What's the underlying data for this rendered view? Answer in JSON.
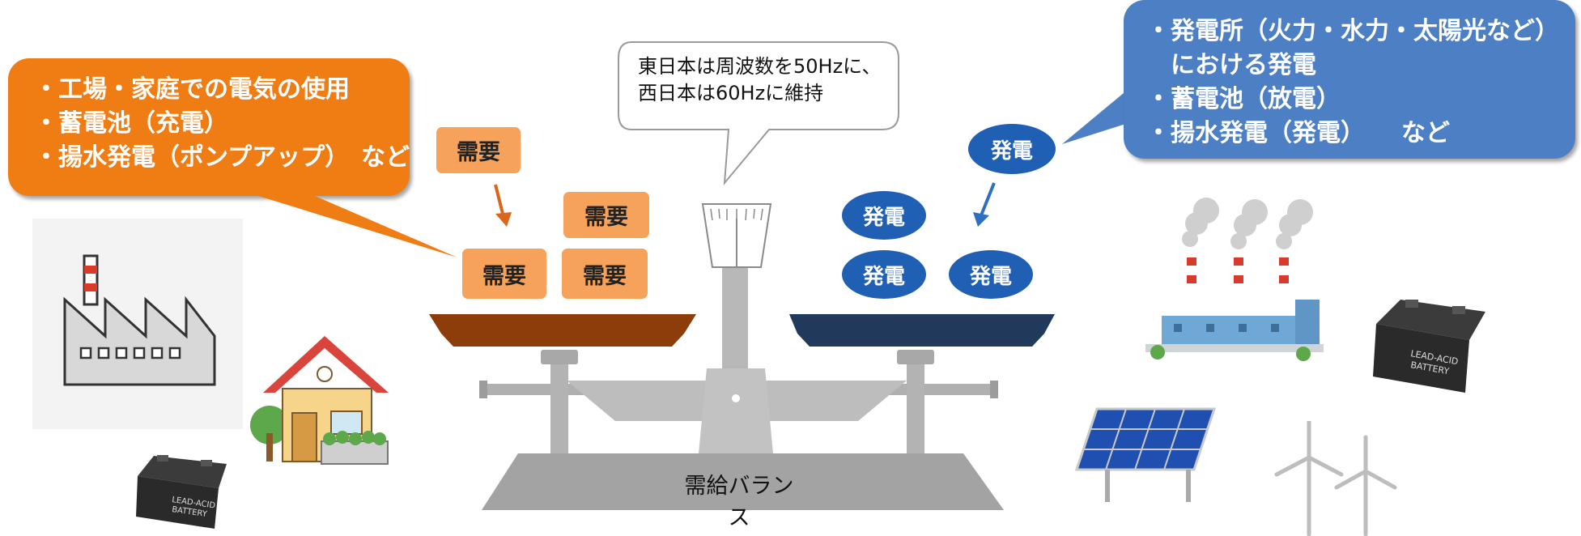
{
  "demand_callout": {
    "lines": [
      "・工場・家庭での電気の使用",
      "・蓄電池（充電）",
      "・揚水発電（ポンプアップ）　など"
    ]
  },
  "supply_callout": {
    "lines": [
      "・発電所（火力・水力・太陽光など）",
      "　における発電",
      "・蓄電池（放電）",
      "・揚水発電（発電）　　など"
    ]
  },
  "speech_bubble": {
    "lines": [
      "東日本は周波数を50Hzに、",
      "西日本は60Hzに維持"
    ]
  },
  "demand_blocks": [
    "需要",
    "需要",
    "需要",
    "需要"
  ],
  "supply_blocks": [
    "発電",
    "発電",
    "発電",
    "発電"
  ],
  "scale_label": "需給バランス",
  "battery_label_line1": "LEAD-ACID",
  "battery_label_line2": "BATTERY",
  "colors": {
    "demand_orange": "#f07c14",
    "supply_blue": "#4d7fc5",
    "demand_block": "#f6a25a",
    "supply_circle": "#1f5fb4",
    "left_pan": "#8c3d0a",
    "right_pan": "#213a5c"
  }
}
